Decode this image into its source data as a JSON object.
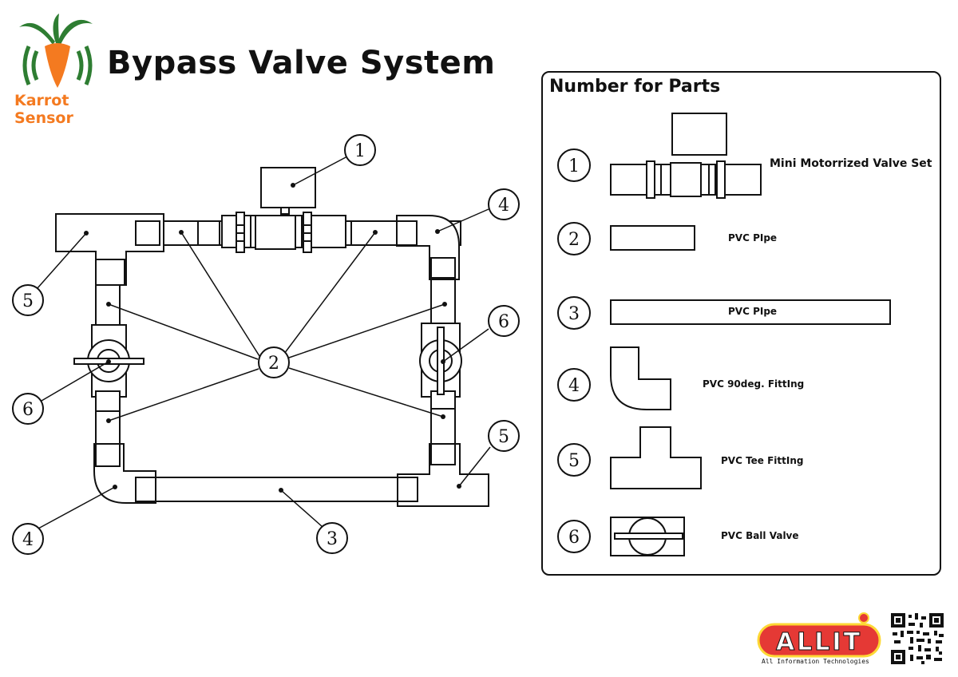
{
  "header": {
    "title": "Bypass Valve System",
    "brand_line1": "Karrot",
    "brand_line2": "Sensor"
  },
  "diagram": {
    "callouts": [
      "1",
      "2",
      "3",
      "4",
      "4",
      "5",
      "5",
      "6",
      "6"
    ]
  },
  "legend": {
    "title": "Number for Parts",
    "items": [
      {
        "number": "1",
        "label": "Mini Motorrized Valve Set"
      },
      {
        "number": "2",
        "label": "PVC PIpe"
      },
      {
        "number": "3",
        "label": "PVC PIpe"
      },
      {
        "number": "4",
        "label": "PVC 90deg. FittIng"
      },
      {
        "number": "5",
        "label": "PVC Tee FittIng"
      },
      {
        "number": "6",
        "label": "PVC Ball Valve"
      }
    ]
  },
  "footer": {
    "logo_text": "ALLIT",
    "logo_subtitle": "All Information Technologies"
  },
  "colors": {
    "brand_orange": "#f47a20",
    "brand_green": "#2e7d32",
    "allit_red": "#e53935",
    "allit_yellow": "#fdd835"
  }
}
